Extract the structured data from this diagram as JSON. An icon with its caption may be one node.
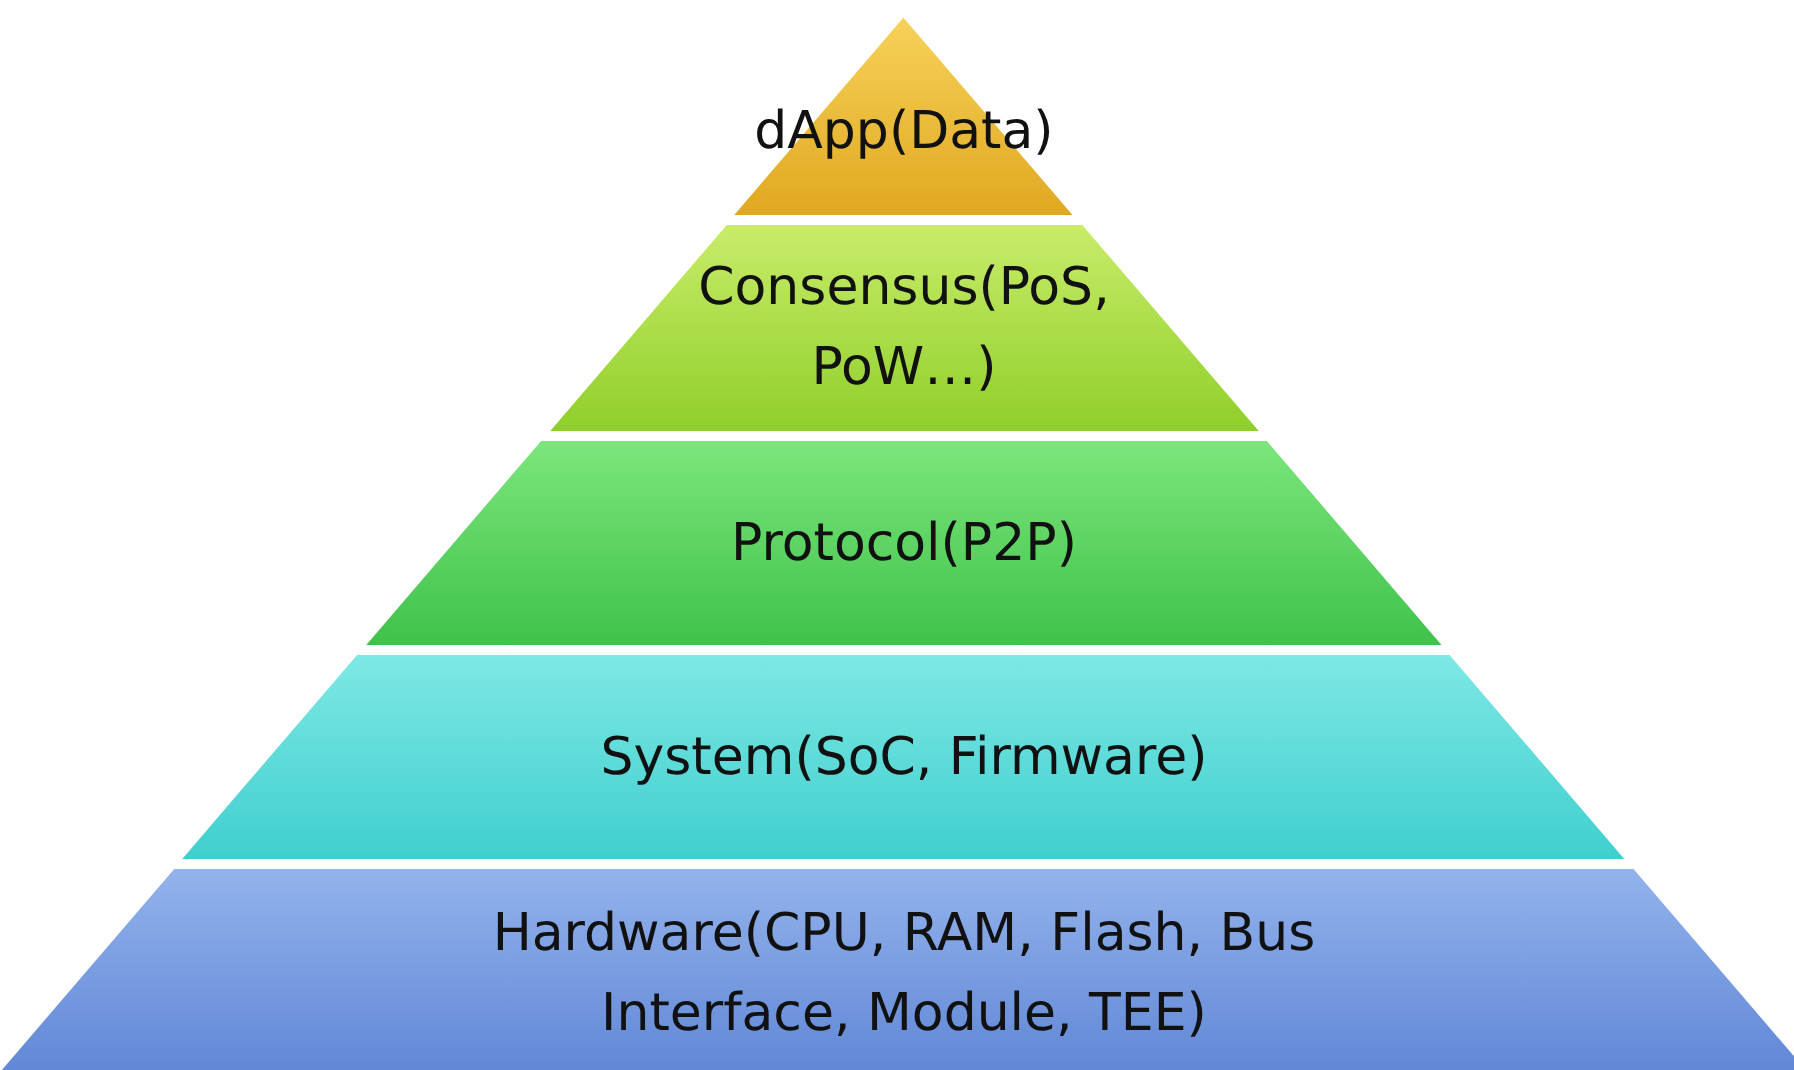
{
  "diagram": {
    "nodes": [
      {
        "text": [
          "dApp(Data)"
        ]
      },
      {
        "text": [
          "Consensus(PoS, PoW…)"
        ]
      },
      {
        "text": [
          "Protocol(P2P)"
        ]
      },
      {
        "text": [
          "System(SoC, Firmware)"
        ]
      },
      {
        "text": [
          "Hardware(CPU, RAM, Flash, Bus Interface, Module, TEE)"
        ]
      }
    ]
  }
}
